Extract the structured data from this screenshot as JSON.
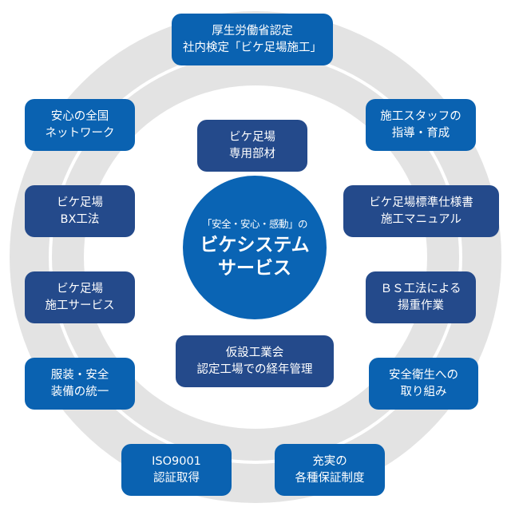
{
  "colors": {
    "blue": "#0a62b1",
    "navy": "#244a8b",
    "ring": "#e3e3e3"
  },
  "center": {
    "subtitle": "「安全・安心・感動」の",
    "title_line1": "ビケシステム",
    "title_line2": "サービス"
  },
  "items": [
    {
      "line1": "厚生労働省認定",
      "line2": "社内検定「ビケ足場施工」",
      "style": "blue"
    },
    {
      "line1": "安心の全国",
      "line2": "ネットワーク",
      "style": "blue"
    },
    {
      "line1": "ビケ足場",
      "line2": "専用部材",
      "style": "navy"
    },
    {
      "line1": "施工スタッフの",
      "line2": "指導・育成",
      "style": "blue"
    },
    {
      "line1": "ビケ足場",
      "line2": "BX工法",
      "style": "navy"
    },
    {
      "line1": "ビケ足場標準仕様書",
      "line2": "施工マニュアル",
      "style": "navy"
    },
    {
      "line1": "ビケ足場",
      "line2": "施工サービス",
      "style": "navy"
    },
    {
      "line1": "ＢＳ工法による",
      "line2": "揚重作業",
      "style": "navy"
    },
    {
      "line1": "仮設工業会",
      "line2": "認定工場での経年管理",
      "style": "navy"
    },
    {
      "line1": "服装・安全",
      "line2": "装備の統一",
      "style": "blue"
    },
    {
      "line1": "安全衛生への",
      "line2": "取り組み",
      "style": "blue"
    },
    {
      "line1": "ISO9001",
      "line2": "認証取得",
      "style": "blue"
    },
    {
      "line1": "充実の",
      "line2": "各種保証制度",
      "style": "blue"
    }
  ]
}
